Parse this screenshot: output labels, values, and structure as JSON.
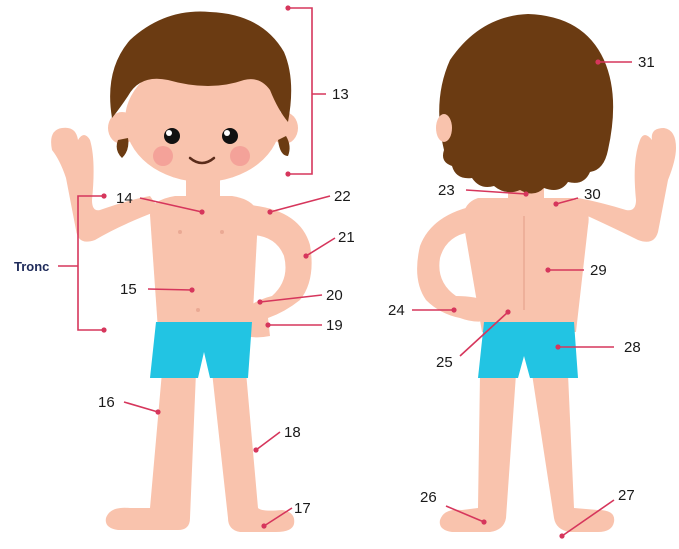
{
  "labels": {
    "tronc": "Tronc",
    "n13": "13",
    "n14": "14",
    "n15": "15",
    "n16": "16",
    "n17": "17",
    "n18": "18",
    "n19": "19",
    "n20": "20",
    "n21": "21",
    "n22": "22",
    "n23": "23",
    "n24": "24",
    "n25": "25",
    "n26": "26",
    "n27": "27",
    "n28": "28",
    "n29": "29",
    "n30": "30",
    "n31": "31"
  },
  "colors": {
    "skin": "#f9c3ad",
    "skin_shadow": "#eaa994",
    "hair": "#6b3b12",
    "shorts": "#22c4e3",
    "leader": "#d6365c",
    "cheek": "#f08c8c",
    "label_text": "#1a1a1a",
    "tronc_text": "#1e2a5a"
  }
}
